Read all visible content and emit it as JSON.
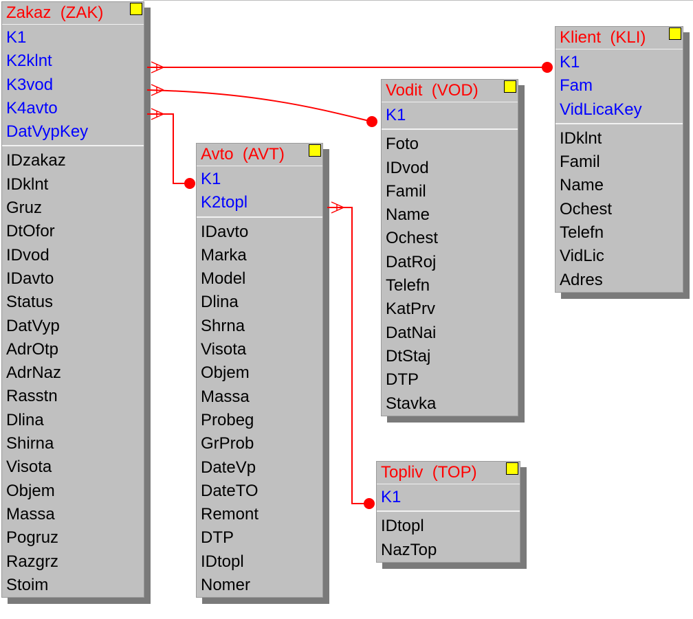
{
  "colors": {
    "entity_bg": "#c0c0c0",
    "title": "#ff0000",
    "key": "#0000ff",
    "field": "#000000",
    "relation": "#ff0000",
    "marker": "#ffff00"
  },
  "entities": {
    "zak": {
      "title": "Zakaz  (ZAK)",
      "keys": [
        "K1",
        "K2klnt",
        "K3vod",
        "K4avto",
        "DatVypKey"
      ],
      "fields": [
        "IDzakaz",
        "IDklnt",
        "Gruz",
        "DtOfor",
        "IDvod",
        "IDavto",
        "Status",
        "DatVyp",
        "AdrOtp",
        "AdrNaz",
        "Rasstn",
        "Dlina",
        "Shirna",
        "Visota",
        "Objem",
        "Massa",
        "Pogruz",
        "Razgrz",
        "Stoim"
      ]
    },
    "avt": {
      "title": "Avto  (AVT)",
      "keys": [
        "K1",
        "K2topl"
      ],
      "fields": [
        "IDavto",
        "Marka",
        "Model",
        "Dlina",
        "Shrna",
        "Visota",
        "Objem",
        "Massa",
        "Probeg",
        "GrProb",
        "DateVp",
        "DateTO",
        "Remont",
        "DTP",
        "IDtopl",
        "Nomer"
      ]
    },
    "vod": {
      "title": "Vodit  (VOD)",
      "keys": [
        "K1"
      ],
      "fields": [
        "Foto",
        "IDvod",
        "Famil",
        "Name",
        "Ochest",
        "DatRoj",
        "Telefn",
        "KatPrv",
        "DatNai",
        "DtStaj",
        "DTP",
        "Stavka"
      ]
    },
    "kli": {
      "title": "Klient  (KLI)",
      "keys": [
        "K1",
        "Fam",
        "VidLicaKey"
      ],
      "fields": [
        "IDklnt",
        "Famil",
        "Name",
        "Ochest",
        "Telefn",
        "VidLic",
        "Adres"
      ]
    },
    "top": {
      "title": "Topliv  (TOP)",
      "keys": [
        "K1"
      ],
      "fields": [
        "IDtopl",
        "NazTop"
      ]
    }
  },
  "relations": [
    {
      "from": "zak.K2klnt",
      "to": "kli.K1"
    },
    {
      "from": "zak.K3vod",
      "to": "vod.K1"
    },
    {
      "from": "zak.K4avto",
      "to": "avt.K1"
    },
    {
      "from": "avt.K2topl",
      "to": "top.K1"
    }
  ]
}
